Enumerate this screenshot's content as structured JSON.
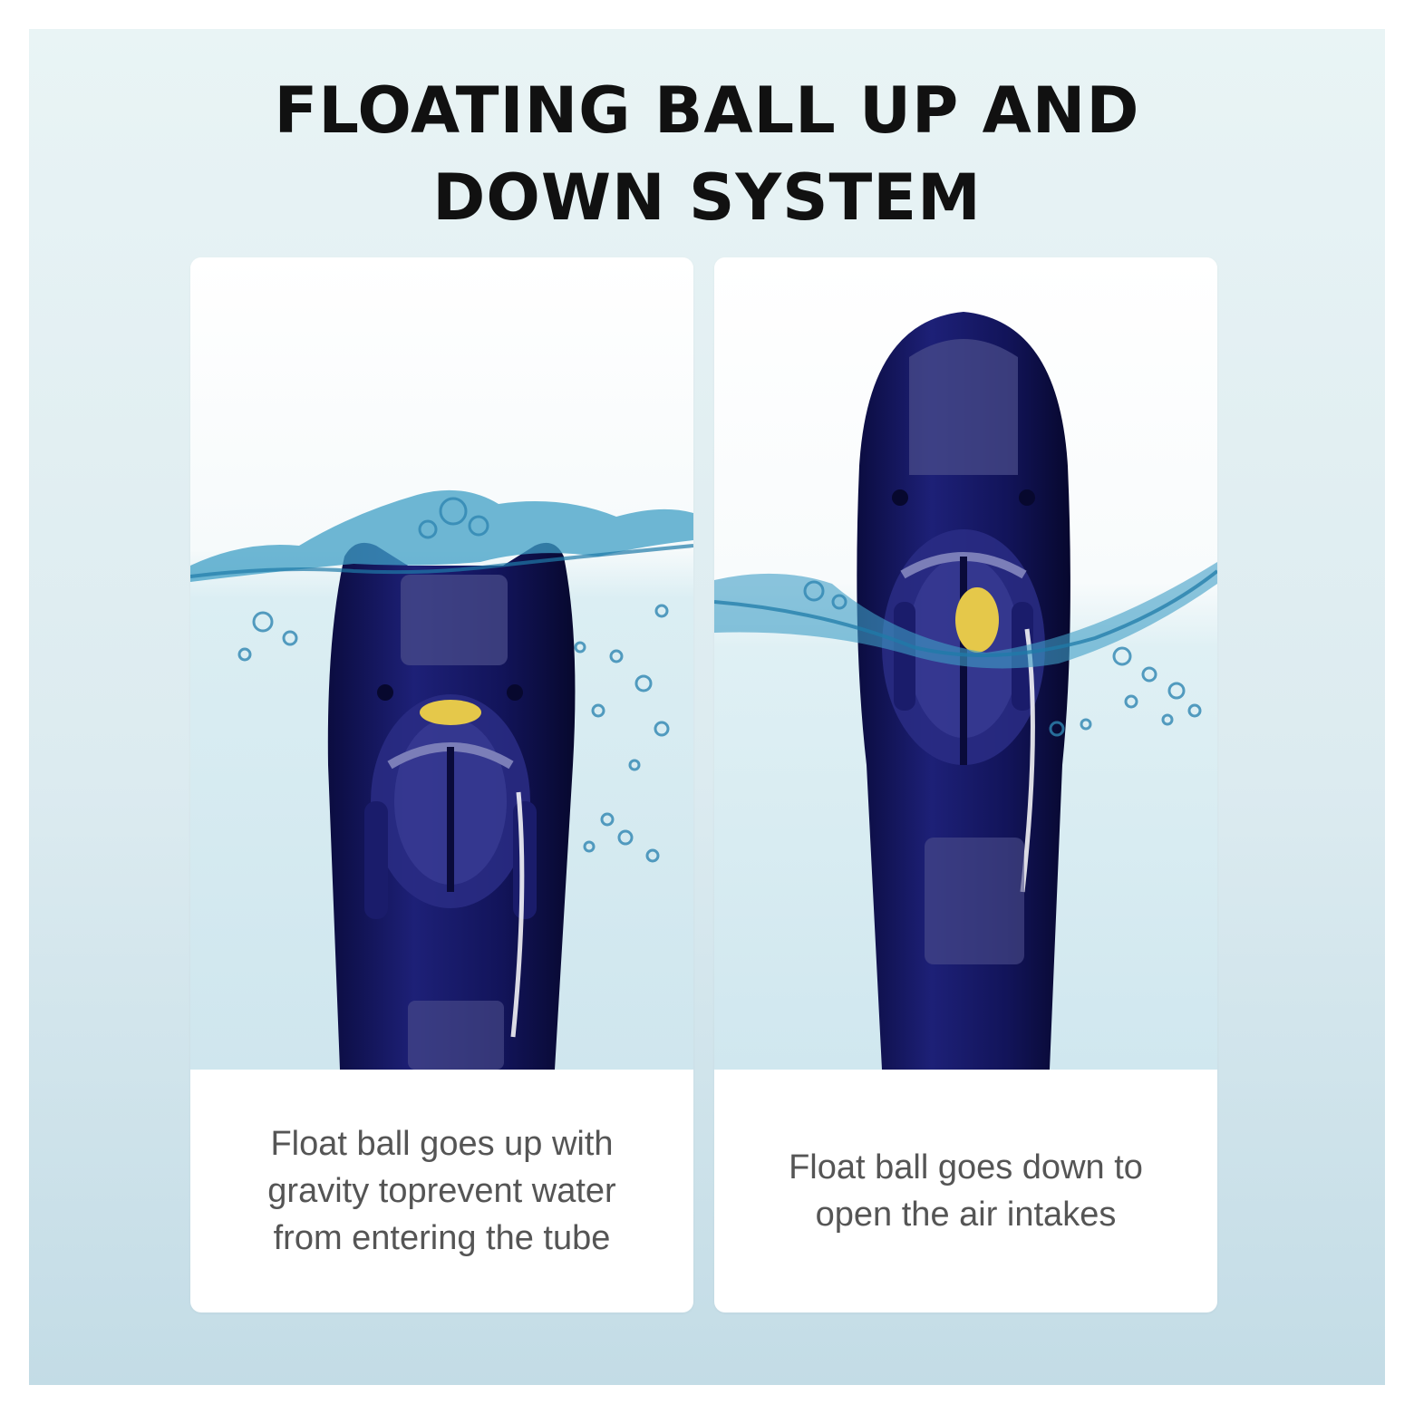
{
  "title": {
    "line1": "FLOATING BALL UP AND",
    "line2": "DOWN SYSTEM"
  },
  "panels": [
    {
      "caption_lines": [
        "Float ball goes up with",
        "gravity toprevent water",
        "from entering the tube"
      ],
      "ball_state": "up",
      "ball_color": "#e5c84a"
    },
    {
      "caption_lines": [
        "Float ball goes down to",
        "open the air intakes"
      ],
      "ball_state": "down",
      "ball_color": "#e5c84a"
    }
  ],
  "colors": {
    "tube": "#13155e",
    "water": "#3f9fc6",
    "text_title": "#111111",
    "text_caption": "#555555"
  }
}
